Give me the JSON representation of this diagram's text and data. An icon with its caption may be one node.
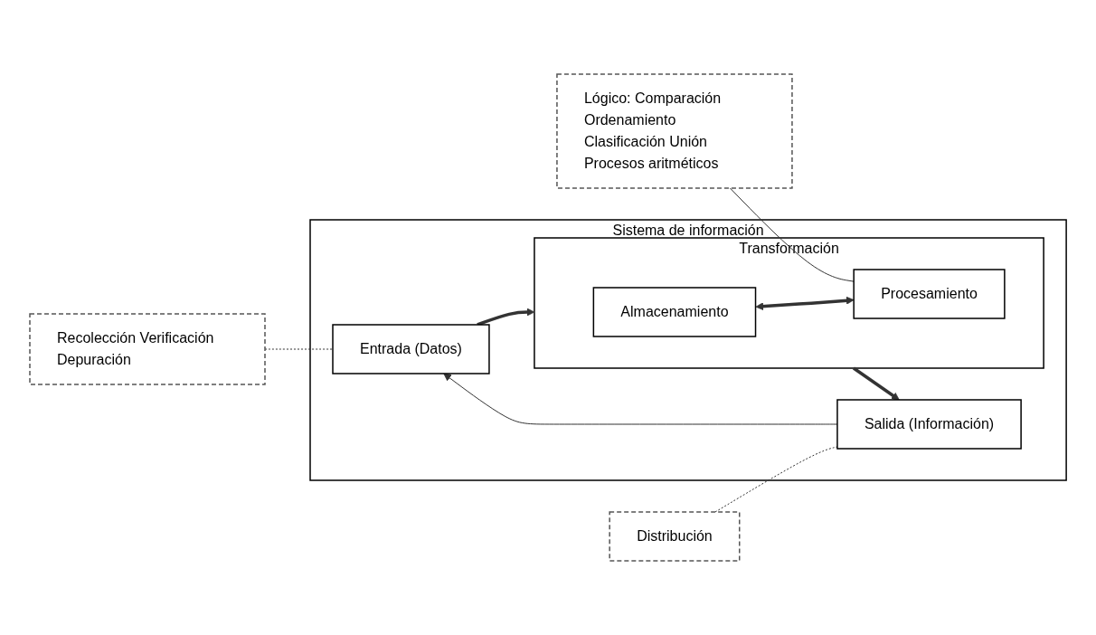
{
  "diagram": {
    "nodes": [
      {
        "text": [
          "Sistema de información"
        ]
      },
      {
        "text": [
          "Entrada (Datos)"
        ],
        "in": 0
      },
      {
        "text": [
          "Transformación"
        ],
        "in": 0
      },
      {
        "text": [
          "Almacenamiento"
        ],
        "in": 2
      },
      {
        "text": [
          "Procesamiento"
        ],
        "in": 2
      },
      {
        "text": [
          "Salida (Información)"
        ],
        "in": 0
      },
      {
        "text": [
          "Recolección Verificación Depuración"
        ]
      },
      {
        "text": [
          "Lógico: Comparación Ordenamiento Clasificación Unión Procesos aritméticos"
        ]
      },
      {
        "text": [
          "Distribución"
        ]
      }
    ],
    "edges": [
      {
        "from": 1,
        "to": 2,
        "arrow": "to",
        "style": "thick"
      },
      {
        "from": 3,
        "to": 4,
        "arrow": "both",
        "style": "thick"
      },
      {
        "from": 2,
        "to": 5,
        "arrow": "to",
        "style": "thick"
      },
      {
        "from": 5,
        "to": 1,
        "arrow": "to"
      },
      {
        "from": 6,
        "to": 1,
        "arrow": "none",
        "style": "dashed"
      },
      {
        "from": 7,
        "to": 4,
        "arrow": "none"
      },
      {
        "from": 8,
        "to": 5,
        "arrow": "none",
        "style": "dashed"
      }
    ]
  }
}
